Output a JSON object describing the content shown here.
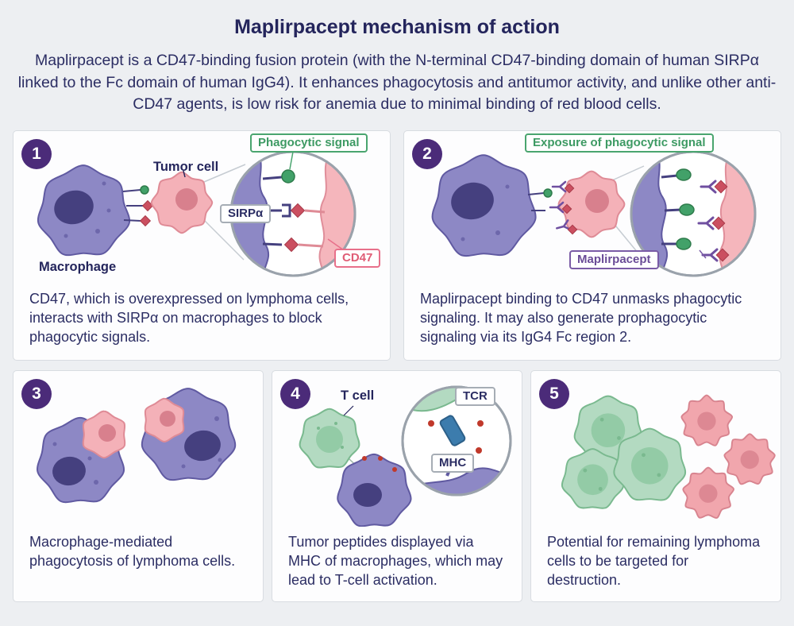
{
  "page": {
    "title": "Maplirpacept mechanism of action",
    "intro": "Maplirpacept is a CD47-binding fusion protein (with the N-terminal CD47-binding domain of human SIRPα linked to the Fc domain of human IgG4). It enhances phagocytosis and antitumor activity, and unlike other anti-CD47 agents, is low risk for anemia due to minimal binding of red blood cells."
  },
  "colors": {
    "background": "#edeff2",
    "panel_background": "#fdfdfe",
    "text_navy": "#2b2d63",
    "badge_purple": "#4b2b79",
    "green_accent": "#3d9a63",
    "pink_accent": "#e05c75",
    "purple_accent": "#6a4c97",
    "macrophage_fill": "#8d88c5",
    "tumor_cell_fill": "#f4b1b8",
    "t_cell_fill": "#b3dac1",
    "tcr_blue": "#3c7cad"
  },
  "panels": [
    {
      "number": "1",
      "labels": {
        "tumor_cell": "Tumor cell",
        "macrophage": "Macrophage",
        "phagocytic_signal": "Phagocytic signal",
        "sirpa": "SIRPα",
        "cd47": "CD47"
      },
      "caption": "CD47, which is overexpressed on lymphoma cells, interacts with SIRPα on macrophages to block phagocytic signals."
    },
    {
      "number": "2",
      "labels": {
        "exposure": "Exposure of phagocytic signal",
        "maplirpacept": "Maplirpacept"
      },
      "caption": "Maplirpacept binding to CD47 unmasks phagocytic signaling. It may also generate prophagocytic signaling via its IgG4 Fc region 2."
    },
    {
      "number": "3",
      "labels": {},
      "caption": "Macrophage-mediated phagocytosis of lymphoma cells."
    },
    {
      "number": "4",
      "labels": {
        "t_cell": "T cell",
        "tcr": "TCR",
        "mhc": "MHC"
      },
      "caption": "Tumor peptides displayed via MHC of macrophages, which may lead to T-cell activation."
    },
    {
      "number": "5",
      "labels": {},
      "caption": "Potential for remaining lymphoma cells to be targeted for destruction."
    }
  ]
}
